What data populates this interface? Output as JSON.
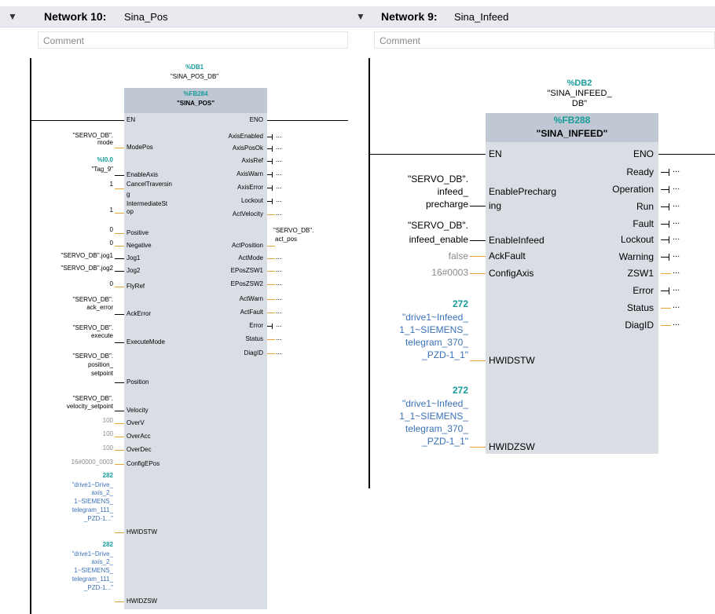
{
  "left": {
    "title": "Network 10:",
    "name": "Sina_Pos",
    "comment": "Comment",
    "db": "%DB1",
    "db_name": "\"SINA_POS_DB\"",
    "fb": "%FB284",
    "fb_name": "\"SINA_POS\"",
    "in_pins": [
      "EN",
      "ModePos",
      "EnableAxis",
      "CancelTraversin",
      "g",
      "IntermediateSt",
      "op",
      "Positive",
      "Negative",
      "Jog1",
      "Jog2",
      "FlyRef",
      "AckError",
      "ExecuteMode",
      "Position",
      "Velocity",
      "OverV",
      "OverAcc",
      "OverDec",
      "ConfigEPos",
      "HWIDSTW",
      "HWIDZSW"
    ],
    "out_pins": [
      "ENO",
      "AxisEnabled",
      "AxisPosOk",
      "AxisRef",
      "AxisWarn",
      "AxisError",
      "Lockout",
      "ActVelocity",
      "ActPosition",
      "ActMode",
      "EPosZSW1",
      "EPosZSW2",
      "ActWarn",
      "ActFault",
      "Error",
      "Status",
      "DiagID"
    ],
    "in_labels": {
      "mode1": "\"SERVO_DB\".",
      "mode2": "mode",
      "i00": "%I0.0",
      "tag9": "\"Tag_9\"",
      "one1": "1",
      "one2": "1",
      "zero1": "0",
      "zero2": "0",
      "jog1": "\"SERVO_DB\".jog1",
      "jog2": "\"SERVO_DB\".jog2",
      "zero3": "0",
      "ack1": "\"SERVO_DB\".",
      "ack2": "ack_error",
      "exe1": "\"SERVO_DB\".",
      "exe2": "execute",
      "pos1": "\"SERVO_DB\".",
      "pos2": "position_",
      "pos3": "setpoint",
      "vel1": "\"SERVO_DB\".",
      "vel2": "velocity_setpoint",
      "v100a": "100",
      "v100b": "100",
      "v100c": "100",
      "cfg": "16#0000_0003",
      "hw1num": "282",
      "hw1l1": "\"drive1~Drive_",
      "hw1l2": "axis_2_",
      "hw1l3": "1~SIEMENS_",
      "hw1l4": "telegram_111_",
      "hw1l5": "_PZD-1...\"",
      "hw2num": "282",
      "hw2l1": "\"drive1~Drive_",
      "hw2l2": "axis_2_",
      "hw2l3": "1~SIEMENS_",
      "hw2l4": "telegram_111_",
      "hw2l5": "_PZD-1...\""
    },
    "actpos1": "\"SERVO_DB\".",
    "actpos2": "act_pos",
    "dots": "..."
  },
  "right": {
    "title": "Network 9:",
    "name": "Sina_Infeed",
    "comment": "Comment",
    "db": "%DB2",
    "db_name1": "\"SINA_INFEED_",
    "db_name2": "DB\"",
    "fb": "%FB288",
    "fb_name": "\"SINA_INFEED\"",
    "in_pins": [
      "EN",
      "EnablePrecharg",
      "ing",
      "EnableInfeed",
      "AckFault",
      "ConfigAxis",
      "HWIDSTW",
      "HWIDZSW"
    ],
    "out_pins": [
      "ENO",
      "Ready",
      "Operation",
      "Run",
      "Fault",
      "Lockout",
      "Warning",
      "ZSW1",
      "Error",
      "Status",
      "DiagID"
    ],
    "in_labels": {
      "pre1": "\"SERVO_DB\".",
      "pre2": "infeed_",
      "pre3": "precharge",
      "inf1": "\"SERVO_DB\".",
      "inf2": "infeed_enable",
      "ack": "false",
      "cfg": "16#0003",
      "hw1num": "272",
      "hw1l1": "\"drive1~Infeed_",
      "hw1l2": "1_1~SIEMENS_",
      "hw1l3": "telegram_370_",
      "hw1l4": "_PZD-1_1\"",
      "hw2num": "272",
      "hw2l1": "\"drive1~Infeed_",
      "hw2l2": "1_1~SIEMENS_",
      "hw2l3": "telegram_370_",
      "hw2l4": "_PZD-1_1\""
    },
    "dots": "..."
  },
  "colors": {
    "teal": "#179b9b",
    "blue": "#3a71b8",
    "wire_orange": "#e7a23a",
    "block": "#d9dde4",
    "header": "#e8eaef"
  }
}
